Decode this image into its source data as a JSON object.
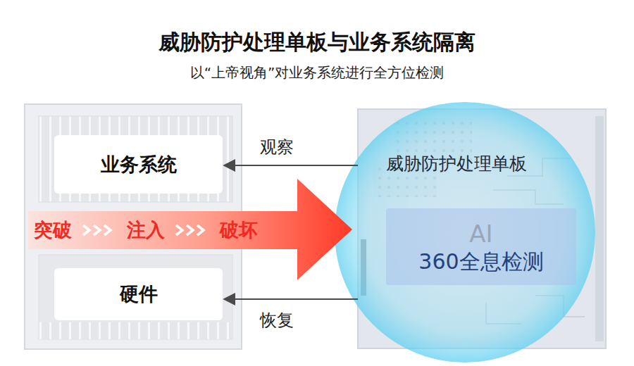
{
  "diagram": {
    "title": "威胁防护处理单板与业务系统隔离",
    "caption": "以“上帝视角”对业务系统进行全方位检测",
    "nodes": [
      {
        "text": [
          "业务系统"
        ]
      },
      {
        "text": [
          "硬件"
        ]
      },
      {
        "text": [
          "威胁防护处理单板"
        ]
      },
      {
        "text": [
          "AI",
          "360全息检测"
        ],
        "in": 2
      },
      {
        "text": [
          "突破",
          "注入",
          "破坏"
        ]
      }
    ],
    "edges": [
      {
        "from": 2,
        "to": 0,
        "arrow": "to",
        "label": "观察"
      },
      {
        "from": 2,
        "to": 1,
        "arrow": "to",
        "label": "恢复"
      }
    ]
  }
}
